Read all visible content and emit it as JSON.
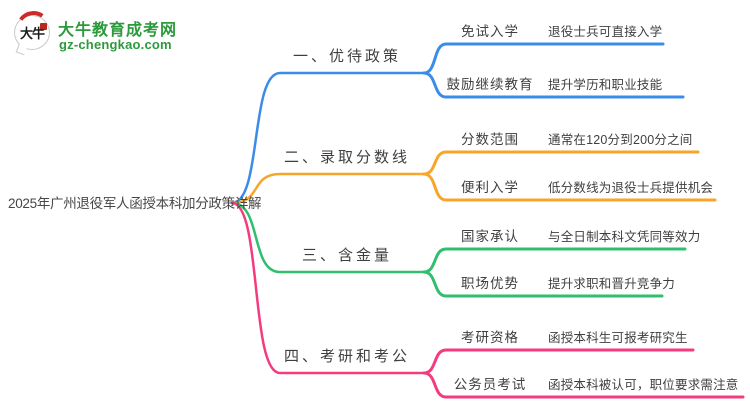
{
  "logo": {
    "brand": "大牛教育成考网",
    "domain": "gz-chengkao.com",
    "icon_text": "大牛",
    "brand_color": "#2c9a3c"
  },
  "root": {
    "title": "2025年广州退役军人函授本科加分政策详解"
  },
  "branches": [
    {
      "label": "一、优待政策",
      "color": "#3a8ce8",
      "children": [
        {
          "keyword": "免试入学",
          "desc": "退役士兵可直接入学"
        },
        {
          "keyword": "鼓励继续教育",
          "desc": "提升学历和职业技能"
        }
      ]
    },
    {
      "label": "二、录取分数线",
      "color": "#f7a629",
      "children": [
        {
          "keyword": "分数范围",
          "desc": "通常在120分到200分之间"
        },
        {
          "keyword": "便利入学",
          "desc": "低分数线为退役士兵提供机会"
        }
      ]
    },
    {
      "label": "三、含金量",
      "color": "#2fbf6f",
      "children": [
        {
          "keyword": "国家承认",
          "desc": "与全日制本科文凭同等效力"
        },
        {
          "keyword": "职场优势",
          "desc": "提升求职和晋升竞争力"
        }
      ]
    },
    {
      "label": "四、考研和考公",
      "color": "#f43b7f",
      "children": [
        {
          "keyword": "考研资格",
          "desc": "函授本科生可报考研究生"
        },
        {
          "keyword": "公务员考试",
          "desc": "函授本科被认可，职位要求需注意"
        }
      ]
    }
  ]
}
